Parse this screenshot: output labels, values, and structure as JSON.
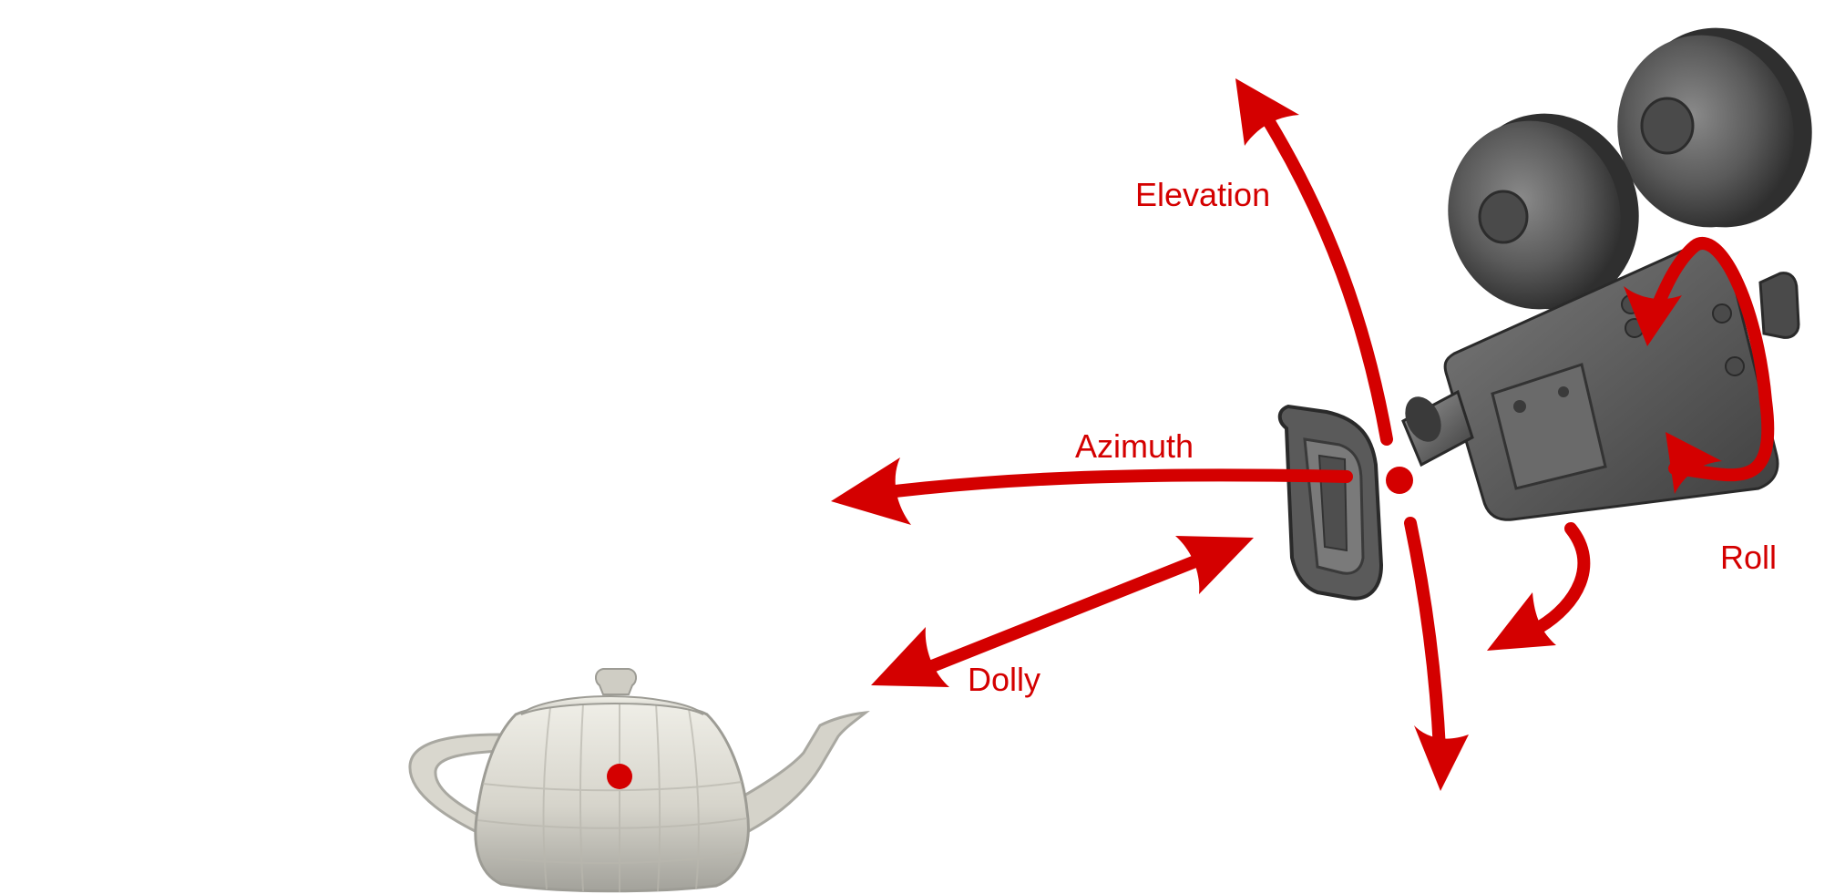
{
  "labels": {
    "elevation": "Elevation",
    "azimuth": "Azimuth",
    "dolly": "Dolly",
    "roll": "Roll"
  },
  "colors": {
    "accent": "#d40000",
    "background": "#ffffff",
    "teapot_light": "#e6e4da",
    "teapot_mid": "#c8c6bd",
    "teapot_dark": "#9d9c95",
    "camera_body": "#5f5f5f",
    "camera_dark": "#3a3a3a",
    "camera_light": "#8a8a8a"
  },
  "icons": {
    "teapot": "teapot-icon",
    "camera": "film-camera-icon",
    "focal_point": "focal-point-icon",
    "camera_position": "camera-position-icon"
  }
}
